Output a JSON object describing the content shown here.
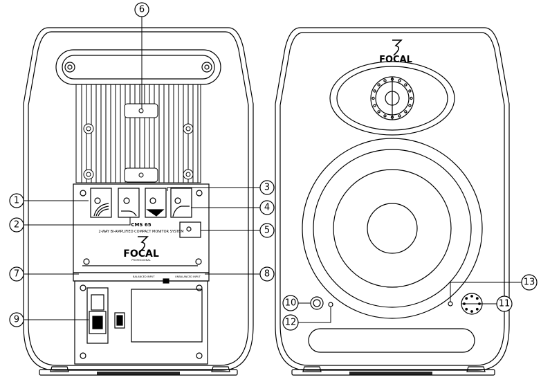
{
  "panel": {
    "model": "CMS 65",
    "subtitle": "2-WAY BI-AMPLIFIED COMPACT MONITOR SYSTEM",
    "brand": "FOCAL",
    "brand_sub": "PROFESSIONAL",
    "balanced_input": "BALANCED INPUT",
    "unbalanced_input": "UNBALANCED INPUT"
  },
  "front": {
    "brand": "FOCAL"
  },
  "callouts": [
    {
      "id": "1",
      "text": "1"
    },
    {
      "id": "2",
      "text": "2"
    },
    {
      "id": "3",
      "text": "3"
    },
    {
      "id": "4",
      "text": "4"
    },
    {
      "id": "5",
      "text": "5"
    },
    {
      "id": "6",
      "text": "6"
    },
    {
      "id": "7",
      "text": "7"
    },
    {
      "id": "8",
      "text": "8"
    },
    {
      "id": "9",
      "text": "9"
    },
    {
      "id": "10",
      "text": "10"
    },
    {
      "id": "11",
      "text": "11"
    },
    {
      "id": "12",
      "text": "12"
    },
    {
      "id": "13",
      "text": "13"
    }
  ],
  "colors": {
    "line": "#000000",
    "background": "#ffffff"
  }
}
